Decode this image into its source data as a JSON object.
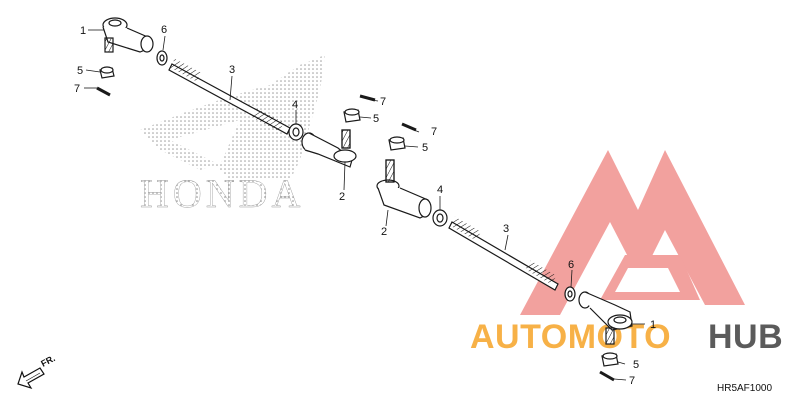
{
  "callouts": {
    "tie_rod_end_left": "1",
    "tie_rod_end_right": "1",
    "ball_joint_1": "2",
    "ball_joint_2": "2",
    "tie_rod_1": "3",
    "tie_rod_2": "3",
    "lock_nut_1": "4",
    "lock_nut_2": "4",
    "castle_nut_1": "5",
    "castle_nut_2": "5",
    "castle_nut_3": "5",
    "castle_nut_4": "5",
    "washer_1": "6",
    "washer_2": "6",
    "cotter_pin_1": "7",
    "cotter_pin_2": "7",
    "cotter_pin_3": "7",
    "cotter_pin_4": "7"
  },
  "brand_watermark_text": "HONDA",
  "dealer_watermark": {
    "part1": "AUTOMOTO",
    "part2": "HUB"
  },
  "front_indicator": "FR.",
  "diagram_code": "HR5AF1000",
  "colors": {
    "watermark_red": "#e8322e",
    "watermark_orange": "#f7a934",
    "watermark_gray": "#4a4a4a",
    "dots": "#8a8a8a",
    "line": "#1a1a1a"
  }
}
